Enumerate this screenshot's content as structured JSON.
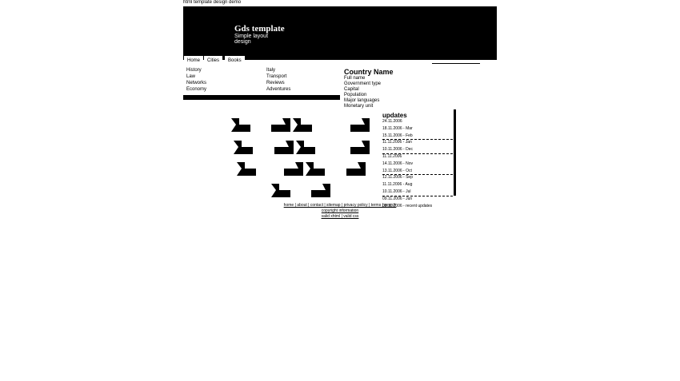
{
  "top_text": "html template design demo",
  "header": {
    "title": "Gds template",
    "subtitle": "Simple layout design"
  },
  "tabs": [
    {
      "label": "Home"
    },
    {
      "label": "Cities"
    },
    {
      "label": "Books"
    }
  ],
  "left_list": [
    "History",
    "Law",
    "Networks",
    "Economy"
  ],
  "right_list": [
    "Italy",
    "Transport",
    "Reviews",
    "Adventures"
  ],
  "country": {
    "title": "Country Name",
    "lines": [
      "Full name",
      "Government type",
      "Capital",
      "Population",
      "Major languages",
      "Monetary unit"
    ]
  },
  "updates": {
    "title": "updates",
    "items": [
      "24.11.2006",
      "18.11.2006 - Mar",
      "15.11.2006 - Feb",
      "11.11.2006 - Jan",
      "10.11.2006 - Dec",
      "11.11.2006",
      "14.11.2006 - Nov",
      "13.11.2006 - Oct",
      "12.11.2006 - Sep",
      "11.11.2006 - Aug",
      "10.11.2006 - Jul",
      "09.11.2006 - Jun",
      "08.11.2006 - recent updates"
    ]
  },
  "footer": {
    "links": [
      "home | about | contact | sitemap | privacy policy | terms | search",
      "copyright information",
      "valid xhtml | valid css"
    ]
  }
}
